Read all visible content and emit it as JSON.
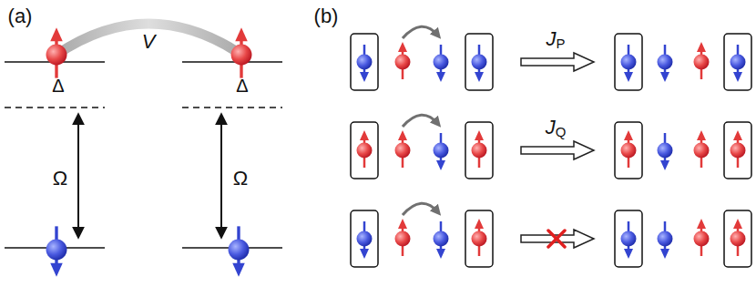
{
  "diagram": {
    "labels": [
      "(a)",
      "V",
      "Δ",
      "Δ",
      "Ω",
      "Ω",
      "(b)",
      "JP",
      "JQ"
    ]
  }
}
